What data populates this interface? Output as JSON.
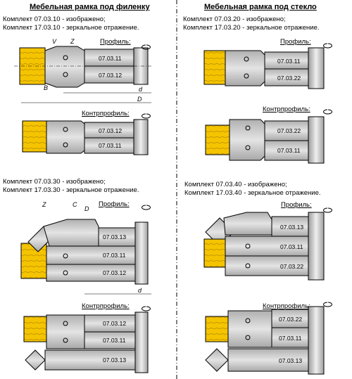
{
  "left": {
    "title": "Мебельная рамка под филенку",
    "kit1": [
      "Комплект  07.03.10 - изображено;",
      "Комплект  17.03.10 - зеркальное отражение."
    ],
    "kit2": [
      "Комплект  07.03.30 - изображено;",
      "Комплект  17.03.30 - зеркальное отражение."
    ],
    "profile": "Профиль:",
    "counter": "Контрпрофиль:",
    "codes": [
      "07.03.11",
      "07.03.12",
      "07.03.12",
      "07.03.11",
      "07.03.13",
      "07.03.11",
      "07.03.12",
      "07.03.12",
      "07.03.11",
      "07.03.13"
    ],
    "dims": [
      "V",
      "Z",
      "B",
      "d",
      "D",
      "Z",
      "C",
      "D",
      "d"
    ]
  },
  "right": {
    "title": "Мебельная рамка под стекло",
    "kit1": [
      "Комплект  07.03.20 - изображено;",
      "Комплект  17.03.20 - зеркальное отражение."
    ],
    "kit2": [
      "Комплект  07.03.40 - изображено;",
      "Комплект  17.03.40 - зеркальное отражение."
    ],
    "profile": "Профиль:",
    "counter": "Контрпрофиль:",
    "codes": [
      "07.03.11",
      "07.03.22",
      "07.03.22",
      "07.03.11",
      "07.03.13",
      "07.03.11",
      "07.03.22",
      "07.03.22",
      "07.03.11",
      "07.03.13"
    ]
  },
  "colors": {
    "wood": "#f5c400",
    "steel": "#c8c8c8",
    "steel_dark": "#9a9a9a",
    "line": "#000000"
  }
}
